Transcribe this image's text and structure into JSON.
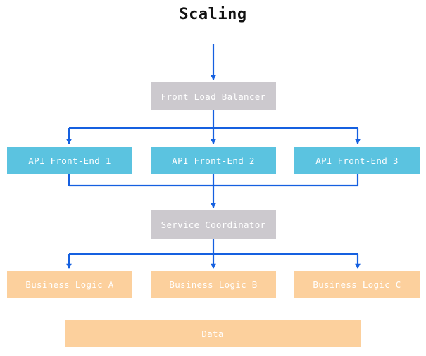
{
  "diagram": {
    "title": "Scaling",
    "colors": {
      "background": "#ffffff",
      "title_text": "#111111",
      "gray_node": "#ccc9ce",
      "blue_node": "#5bc3e0",
      "peach_node": "#fcd09d",
      "node_text": "#ffffff",
      "arrow": "#1560e0"
    },
    "nodes": {
      "entry_arrow_label": "",
      "load_balancer": "Front Load Balancer",
      "api_front_end_1": "API Front-End 1",
      "api_front_end_2": "API Front-End 2",
      "api_front_end_3": "API Front-End 3",
      "service_coordinator": "Service Coordinator",
      "business_logic_a": "Business Logic A",
      "business_logic_b": "Business Logic B",
      "business_logic_c": "Business Logic C",
      "data": "Data"
    }
  }
}
